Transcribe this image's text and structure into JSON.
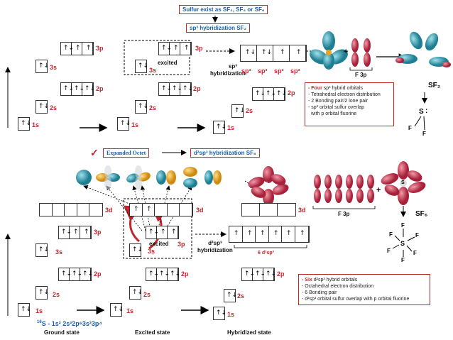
{
  "top": {
    "title1": "Sulfur exist as SF₂, SF₄ or SF₆",
    "title2": "sp³ hybridization SF₂",
    "labels_3p": "3p",
    "labels_3s": "3s",
    "labels_2p": "2p",
    "labels_2s": "2s",
    "labels_1s": "1s",
    "excited": "excited",
    "sp3_hyb_line1": "sp³",
    "sp3_hyb_line2": "hybridization",
    "sp3_cells": [
      "sp³",
      "sp³",
      "sp³",
      "sp³"
    ],
    "f3p": "F 3p",
    "plus": "+",
    "sf2": "SF₂",
    "sf2_s": "S",
    "sf2_colon": ":",
    "sf2_f1": "F",
    "sf2_f2": "F",
    "info_four": "- Four",
    "info_four_rest": " sp³ hybrid orbitals",
    "info_lines": [
      "- Tetrahedral electron distribution",
      "- 2 Bonding pair/2 lone pair",
      "- sp³ orbital sulfur overlap",
      "  with p orbital fluorine"
    ]
  },
  "bottom": {
    "expanded_octet": "Expanded Octet",
    "check": "✓",
    "title_d2sp3": "d²sp³ hybridization SF₆",
    "labels_3d": "3d",
    "labels_3p": "3p",
    "labels_3s": "3s",
    "labels_2p": "2p",
    "labels_2s": "2s",
    "labels_1s": "1s",
    "excited": "excited",
    "excited_3p": "3p",
    "d2sp3_line1": "d²sp³",
    "d2sp3_line2": "hybridization",
    "six_d2sp3": "6 d²sp³",
    "f3p": "F 3p",
    "plus": "+",
    "s_label": "S",
    "sf6": "SF₆",
    "sf6_s": "S",
    "sf6_f": "F",
    "info_six": "- Six",
    "info_six_rest": " d²sp³ hybrid orbitals",
    "info_lines": [
      "- Octahedral electron distribution",
      "- 6 Bonding pair",
      "- d²sp³ orbital sulfur overlap with p orbital fluorine"
    ],
    "config_sup": "16",
    "config": "S - 1s² 2s²2p⁶3s²3p⁴",
    "ground_state": "Ground state",
    "excited_state": "Excited state",
    "hybridized_state": "Hybridized state"
  },
  "colors": {
    "red": "#c0272d",
    "blue": "#1a5fa8",
    "teal": "#2a8fa3",
    "orange": "#e8a51d",
    "pink": "#c2364a"
  }
}
